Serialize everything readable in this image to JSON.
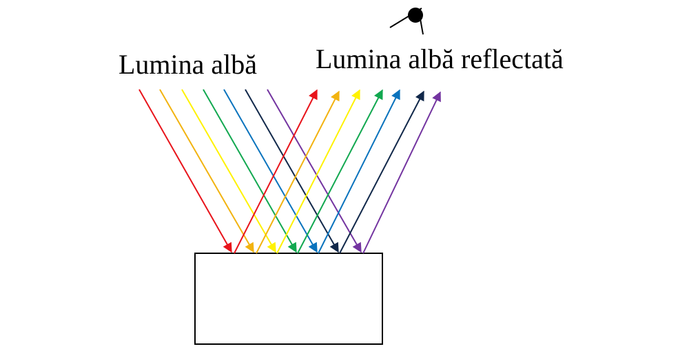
{
  "labels": {
    "incident": "Lumina albă",
    "reflected": "Lumina albă reflectată"
  },
  "rays": [
    {
      "color": "#e8141b",
      "name": "red"
    },
    {
      "color": "#f2b310",
      "name": "orange"
    },
    {
      "color": "#fff200",
      "name": "yellow"
    },
    {
      "color": "#12a850",
      "name": "green"
    },
    {
      "color": "#0a73bd",
      "name": "blue"
    },
    {
      "color": "#11284a",
      "name": "dark-blue"
    },
    {
      "color": "#7334a0",
      "name": "violet"
    }
  ],
  "icons": {
    "eye": "eye-icon"
  }
}
